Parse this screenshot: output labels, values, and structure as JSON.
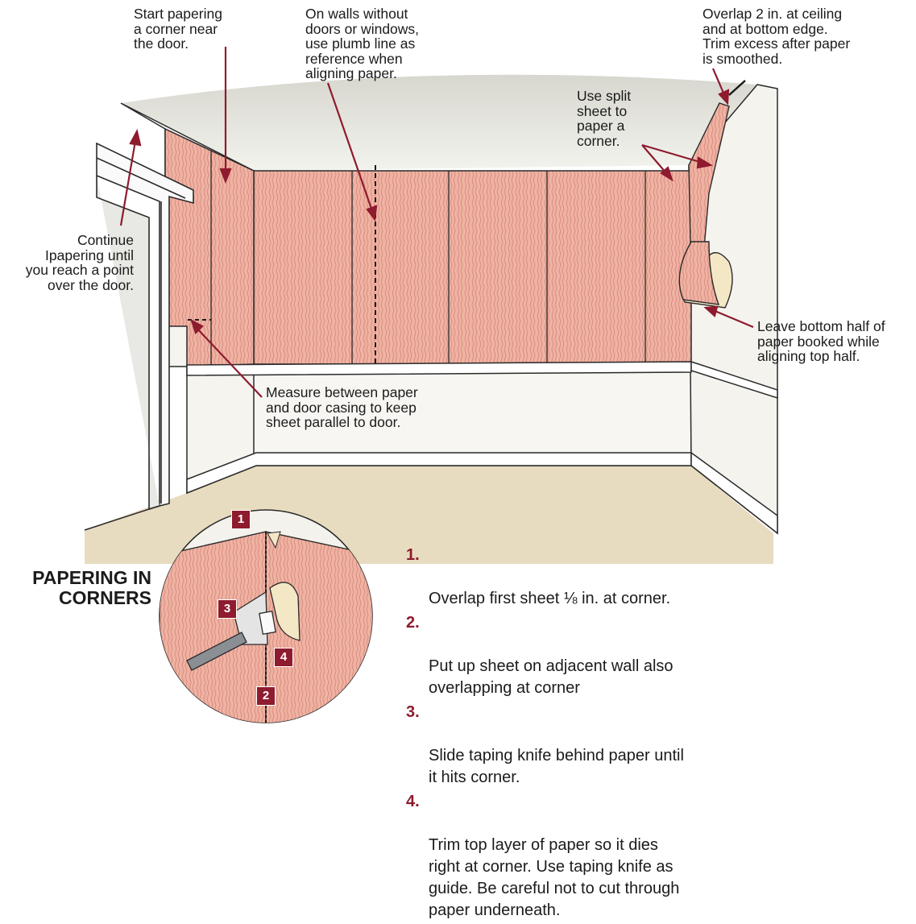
{
  "callouts": {
    "start": "Start papering\na corner near\nthe door.",
    "plumb": "On walls without\ndoors or windows,\nuse plumb line as\nreference when\naligning paper.",
    "overlap": "Overlap 2 in. at ceiling\nand at bottom edge.\nTrim excess after paper\nis smoothed.",
    "split": "Use split\nsheet to\npaper a\ncorner.",
    "continue": "Continue\nIpapering until\nyou reach a point\nover the door.",
    "booked": "Leave bottom half of\npaper booked while\naligning top half.",
    "measure": "Measure between paper\nand door casing to keep\nsheet parallel to door."
  },
  "inset": {
    "title": "PAPERING IN\nCORNERS",
    "badges": [
      "1",
      "3",
      "4",
      "2"
    ]
  },
  "steps": [
    {
      "num": "1.",
      "text": "Overlap first sheet ⅛ in. at corner."
    },
    {
      "num": "2.",
      "text": "Put up sheet on adjacent wall also\noverlapping at corner"
    },
    {
      "num": "3.",
      "text": "Slide taping knife behind paper until\nit hits corner."
    },
    {
      "num": "4.",
      "text": "Trim top layer of paper so it dies\nright at corner. Use taping knife as\nguide. Be careful not to cut through\npaper underneath."
    }
  ],
  "colors": {
    "paper": "#f0b3a3",
    "paper_stripe": "#d98f82",
    "accent": "#8e1b2e",
    "floor": "#e8dcc0",
    "ceiling": "#e9e9e1"
  }
}
